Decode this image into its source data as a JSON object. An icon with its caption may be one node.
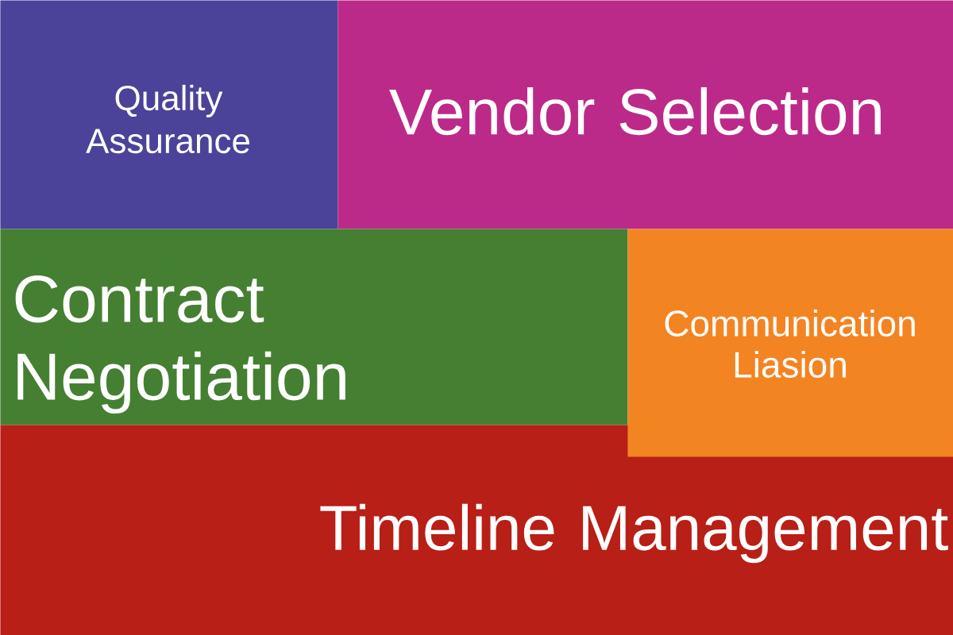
{
  "diagram": {
    "nodes": [
      {
        "text": [
          "Quality Assurance"
        ]
      },
      {
        "text": [
          "Vendor Selection"
        ]
      },
      {
        "text": [
          "Contract Negotiation"
        ]
      },
      {
        "text": [
          "Communication Liasion"
        ]
      },
      {
        "text": [
          "Timeline Management"
        ]
      }
    ]
  }
}
